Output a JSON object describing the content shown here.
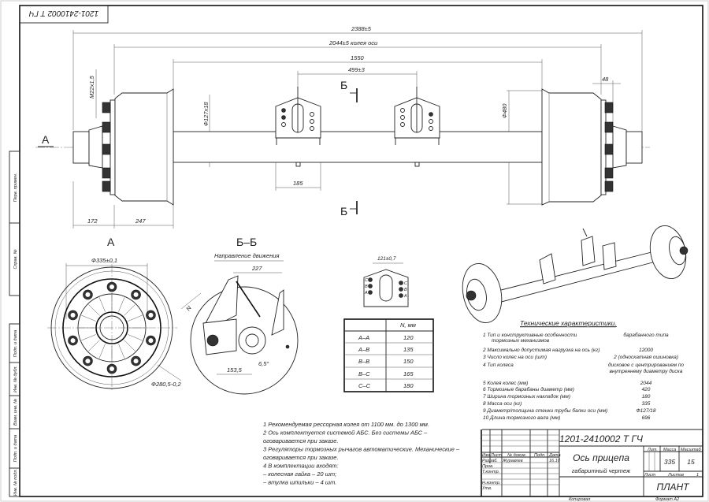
{
  "stamp_rotated": "1201-2410002 Т ГЧ",
  "side_labels": [
    "Перв. примен.",
    "Справ. №",
    "Подп. и дата",
    "Инв. № дубл.",
    "Взам. инв. №",
    "Подп. и дата",
    "Инв. № подл."
  ],
  "main_view": {
    "dim_overall": "2388±5",
    "dim_track": "2044±5  колея оси",
    "dim_1550": "1550",
    "dim_499": "499±3",
    "dim_48": "48",
    "dim_m22": "M22x1,5",
    "dim_tube": "Ф127x18",
    "dim_drum": "Ф480",
    "dim_185": "185",
    "dim_172": "172",
    "dim_247": "247",
    "view_arrow": "А",
    "section_mark": "Б"
  },
  "view_a": {
    "title": "А",
    "dim_outer": "Ф335±0,1",
    "dim_inner": "Ф280,5-0,2"
  },
  "section_bb": {
    "title": "Б–Б",
    "direction": "Направление движения",
    "dim_227": "227",
    "dim_n": "N",
    "dim_153": "153,5",
    "dim_angle": "6,5°"
  },
  "bracket_detail": {
    "dim": "121±0,7",
    "hole_labels": [
      "C",
      "B",
      "A"
    ]
  },
  "n_table": {
    "header": [
      "",
      "N, мм"
    ],
    "rows": [
      [
        "А–А",
        "120"
      ],
      [
        "А–В",
        "135"
      ],
      [
        "В–В",
        "150"
      ],
      [
        "В–С",
        "165"
      ],
      [
        "С–С",
        "180"
      ]
    ]
  },
  "specs": {
    "title": "Технические характеристики.",
    "items": [
      {
        "label": "1  Тип и конструктивные особенности",
        "label2": "тормозных механизмов",
        "value": "барабанного типа"
      },
      {
        "label": "2  Максимально допустимая нагрузка на ось (кг)",
        "value": "12000"
      },
      {
        "label": "3  Число колес на оси (шт)",
        "value": "2 (односкатная ошиновка)"
      },
      {
        "label": "4  Тип колеса",
        "value": "дисковое с центрированием по",
        "value2": "внутреннему диаметру диска"
      },
      {
        "label": "5  Колея колес (мм)",
        "value": "2044"
      },
      {
        "label": "6  Тормозные барабаны диаметр (мм)",
        "value": "420"
      },
      {
        "label": "7  Ширина тормозных накладок (мм)",
        "value": "180"
      },
      {
        "label": "8  Масса оси (кг)",
        "value": "335"
      },
      {
        "label": "9  Диаметр/толщина стенки трубы балки оси (мм)",
        "value": "Ф127/18"
      },
      {
        "label": "10  Длина тормозного вала (мм)",
        "value": "696"
      }
    ]
  },
  "notes": [
    "1  Рекомендуемая рессорная колея от 1100 мм. до 1300 мм.",
    "2  Ось  комплектуется  системой  АБС.  Без  системы  АБС  –",
    "оговаривается при заказе.",
    "3  Регуляторы тормозных рычагов автоматические. Механические –",
    "оговаривается при заказе.",
    "4   В комплектации входят:",
    "   – колесная гайка – 20 шт;",
    "   – втулка шпильки – 4 шт."
  ],
  "title_block": {
    "doc_number": "1201-2410002 Т ГЧ",
    "name": "Ось прицепа",
    "doc_type": "габаритный чертеж",
    "header_cols": [
      "Изм",
      "Лист",
      "№ докум.",
      "Подп.",
      "Дата"
    ],
    "roles": [
      "Разраб.",
      "Пров.",
      "Т.контр.",
      "Н.контр.",
      "Утв."
    ],
    "developer": "Журавлев",
    "date": "16.10",
    "lit_label": "Лит.",
    "mass_label": "Масса",
    "scale_label": "Масштаб",
    "mass": "335",
    "scale": "15",
    "sheet_label": "Лист",
    "sheets_label": "Листов",
    "sheets": "1",
    "company": "ПЛАНТ",
    "copied": "Копировал",
    "format": "Формат    А2"
  }
}
